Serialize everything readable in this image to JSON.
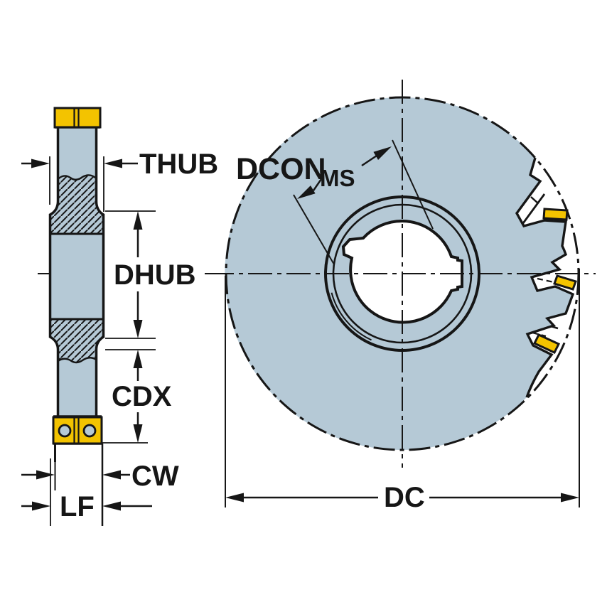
{
  "title": "Side and face milling cutter dimensional drawing",
  "labels": {
    "thub": "THUB",
    "dhub": "DHUB",
    "cdx": "CDX",
    "cw": "CW",
    "lf": "LF",
    "dcon": "DCON",
    "dcon_sub": "MS",
    "dc": "DC"
  },
  "colors": {
    "body": "#b5c9d6",
    "insert": "#f3c300",
    "line": "#161616",
    "background": "#ffffff"
  }
}
